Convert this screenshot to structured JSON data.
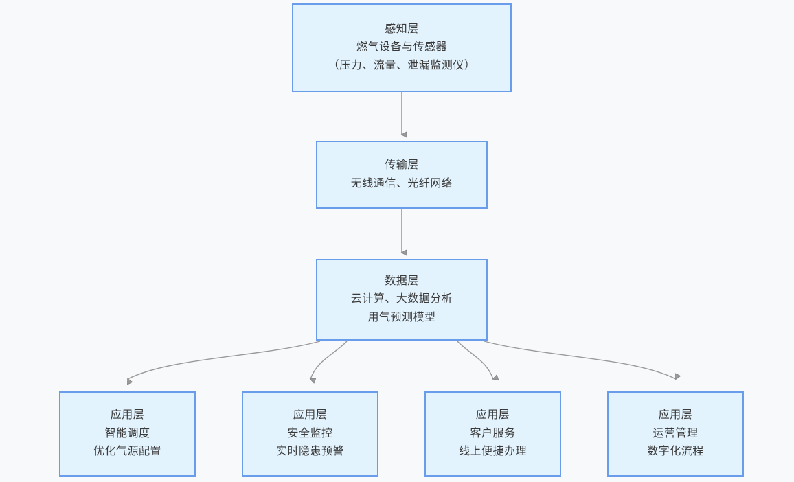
{
  "diagram": {
    "type": "flowchart",
    "background_color": "#f8f9fb",
    "node_fill_color": "#e3f3fd",
    "node_border_color": "#699ceb",
    "connector_color": "#8e8e8e",
    "text_color": "#3a3a3a",
    "nodes": [
      {
        "id": "perception",
        "lines": [
          "感知层",
          "燃气设备与传感器",
          "（压力、流量、泄漏监测仪）"
        ]
      },
      {
        "id": "transport",
        "lines": [
          "传输层",
          "无线通信、光纤网络"
        ]
      },
      {
        "id": "data",
        "lines": [
          "数据层",
          "云计算、大数据分析",
          "用气预测模型"
        ]
      },
      {
        "id": "app-1",
        "lines": [
          "应用层",
          "智能调度",
          "优化气源配置"
        ]
      },
      {
        "id": "app-2",
        "lines": [
          "应用层",
          "安全监控",
          "实时隐患预警"
        ]
      },
      {
        "id": "app-3",
        "lines": [
          "应用层",
          "客户服务",
          "线上便捷办理"
        ]
      },
      {
        "id": "app-4",
        "lines": [
          "应用层",
          "运营管理",
          "数字化流程"
        ]
      }
    ],
    "edges": [
      {
        "from": "perception",
        "to": "transport",
        "style": "straight-arrow"
      },
      {
        "from": "transport",
        "to": "data",
        "style": "straight-arrow"
      },
      {
        "from": "data",
        "to": "app-1",
        "style": "curved-arrow"
      },
      {
        "from": "data",
        "to": "app-2",
        "style": "curved-arrow"
      },
      {
        "from": "data",
        "to": "app-3",
        "style": "curved-arrow"
      },
      {
        "from": "data",
        "to": "app-4",
        "style": "curved-arrow"
      }
    ]
  }
}
